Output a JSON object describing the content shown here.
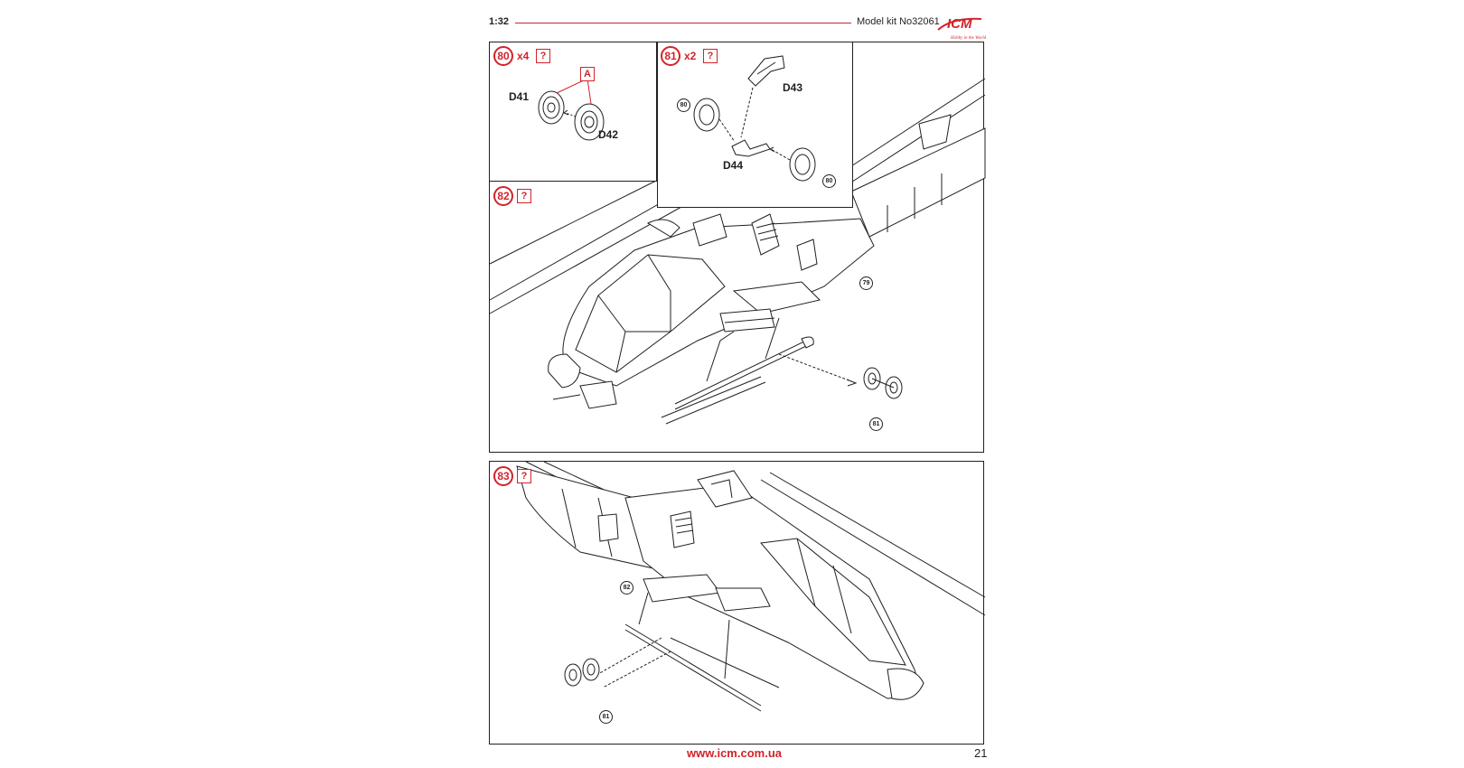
{
  "header": {
    "scale": "1:32",
    "model_kit": "Model kit No32061",
    "brand": "ICM",
    "tagline": "Hobby in the World"
  },
  "colors": {
    "accent": "#d2232a",
    "ink": "#231f20"
  },
  "steps": {
    "s80": {
      "number": "80",
      "quantity": "x4",
      "option": "?",
      "tag": "A",
      "parts": [
        "D41",
        "D42"
      ]
    },
    "s81": {
      "number": "81",
      "quantity": "x2",
      "option": "?",
      "parts": [
        "D43",
        "D44"
      ],
      "refs": [
        "80",
        "80"
      ]
    },
    "s82": {
      "number": "82",
      "option": "?",
      "refs": [
        "79",
        "81"
      ]
    },
    "s83": {
      "number": "83",
      "option": "?",
      "refs": [
        "82",
        "81"
      ]
    }
  },
  "footer": {
    "url": "www.icm.com.ua",
    "page": "21"
  }
}
